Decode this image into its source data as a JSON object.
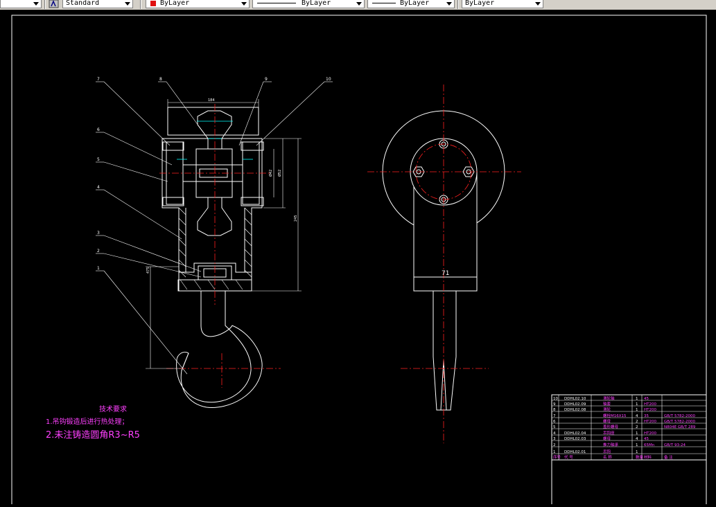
{
  "toolbar": {
    "textstyle_value": "Standard",
    "layer_color_label": "ByLayer",
    "layer_color_swatch": "#e01010",
    "linetype_label": "ByLayer",
    "lineweight_label": "ByLayer",
    "plotstyle_label": "ByLayer"
  },
  "drawing": {
    "callouts": [
      "7",
      "8",
      "9",
      "10",
      "6",
      "5",
      "4",
      "3",
      "2",
      "1"
    ],
    "dim_top_width": "184",
    "dim_side_a": "Ø42",
    "dim_side_b": "Ø52",
    "dim_side_c": "245",
    "dim_overall": "475",
    "dim_side_view": "71",
    "tech_title": "技术要求",
    "tech_note_1": "1.吊钩锻造后进行热处理；",
    "tech_note_2": "2.未注铸造圆角R3~R5"
  },
  "bom": {
    "rows": [
      {
        "no": "10",
        "code": "DDHL02.10",
        "name": "滑轮轴",
        "qty": "1",
        "mat": "45",
        "std": ""
      },
      {
        "no": "9",
        "code": "DDHL02.09",
        "name": "轴套",
        "qty": "1",
        "mat": "HT200",
        "std": ""
      },
      {
        "no": "8",
        "code": "DDHL02.08",
        "name": "滑轮",
        "qty": "1",
        "mat": "HT200",
        "std": ""
      },
      {
        "no": "7",
        "code": "",
        "name": "螺栓M16X15",
        "qty": "4",
        "mat": "35",
        "std": "GB/T 5782-2000"
      },
      {
        "no": "6",
        "code": "",
        "name": "螺母",
        "qty": "2",
        "mat": "HT200",
        "std": "GB/T 5782-2000"
      },
      {
        "no": "5",
        "code": "",
        "name": "盖形螺母",
        "qty": "2",
        "mat": "",
        "std": "N804E GB/T 289"
      },
      {
        "no": "4",
        "code": "DDHL02.04",
        "name": "吊钩座",
        "qty": "1",
        "mat": "HT200",
        "std": ""
      },
      {
        "no": "3",
        "code": "DDHL02.03",
        "name": "螺母",
        "qty": "4",
        "mat": "45",
        "std": ""
      },
      {
        "no": "2",
        "code": "",
        "name": "推力轴承",
        "qty": "1",
        "mat": "65Mn",
        "std": "GB/T 93-24"
      },
      {
        "no": "1",
        "code": "DDHL02.01",
        "name": "吊钩",
        "qty": "1",
        "mat": "",
        "std": ""
      }
    ],
    "header": {
      "no": "序号",
      "code": "代 号",
      "name": "名 称",
      "qty": "数量",
      "mat": "材料",
      "std": "备 注"
    }
  }
}
